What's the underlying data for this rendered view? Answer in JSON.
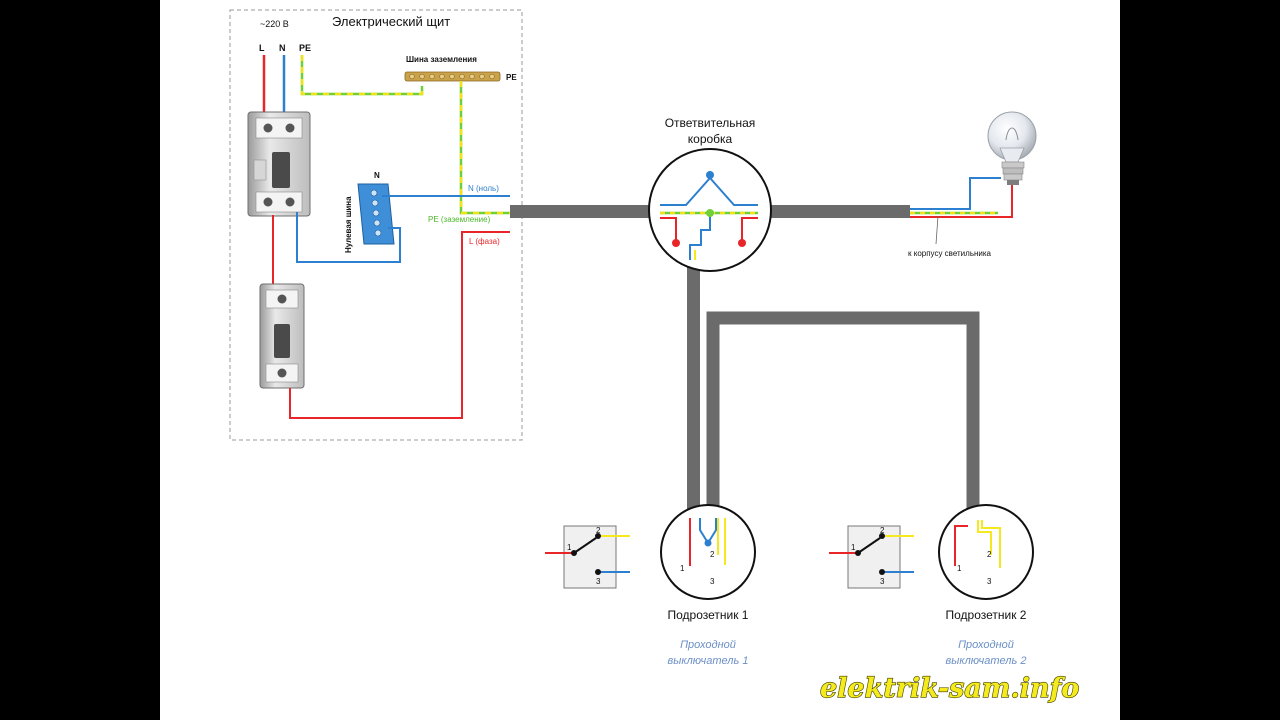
{
  "panel": {
    "title": "Электрический щит",
    "voltage": "~220 В",
    "terminal_labels": [
      "L",
      "N",
      "PE"
    ]
  },
  "ground_bus": {
    "label": "Шина заземления",
    "pe_label": "PE"
  },
  "neutral_bus": {
    "label": "Нулевая шина",
    "n_label": "N"
  },
  "wires": {
    "n": "N (ноль)",
    "pe": "PE (заземление)",
    "l": "L (фаза)"
  },
  "junction_box": {
    "line1": "Ответвительная",
    "line2": "коробка"
  },
  "lamp": {
    "note": "к корпусу светильника"
  },
  "boxes": [
    {
      "label": "Подрозетник 1",
      "switch_line1": "Проходной",
      "switch_line2": "выключатель 1",
      "t1": "1",
      "t2": "2",
      "t3": "3"
    },
    {
      "label": "Подрозетник 2",
      "switch_line1": "Проходной",
      "switch_line2": "выключатель 2",
      "t1": "1",
      "t2": "2",
      "t3": "3"
    }
  ],
  "switches": [
    {
      "t1": "1",
      "t2": "2",
      "t3": "3"
    },
    {
      "t1": "1",
      "t2": "2",
      "t3": "3"
    }
  ],
  "watermark": "elektrik-sam.info",
  "colors": {
    "phase": "#e8262a",
    "neutral": "#2d7fd0",
    "ground_green": "#6fd03a",
    "ground_yellow": "#f2e21a",
    "traveler": "#f5e81e",
    "cable": "#6b6b6b",
    "watermark": "#f5eb1c"
  }
}
